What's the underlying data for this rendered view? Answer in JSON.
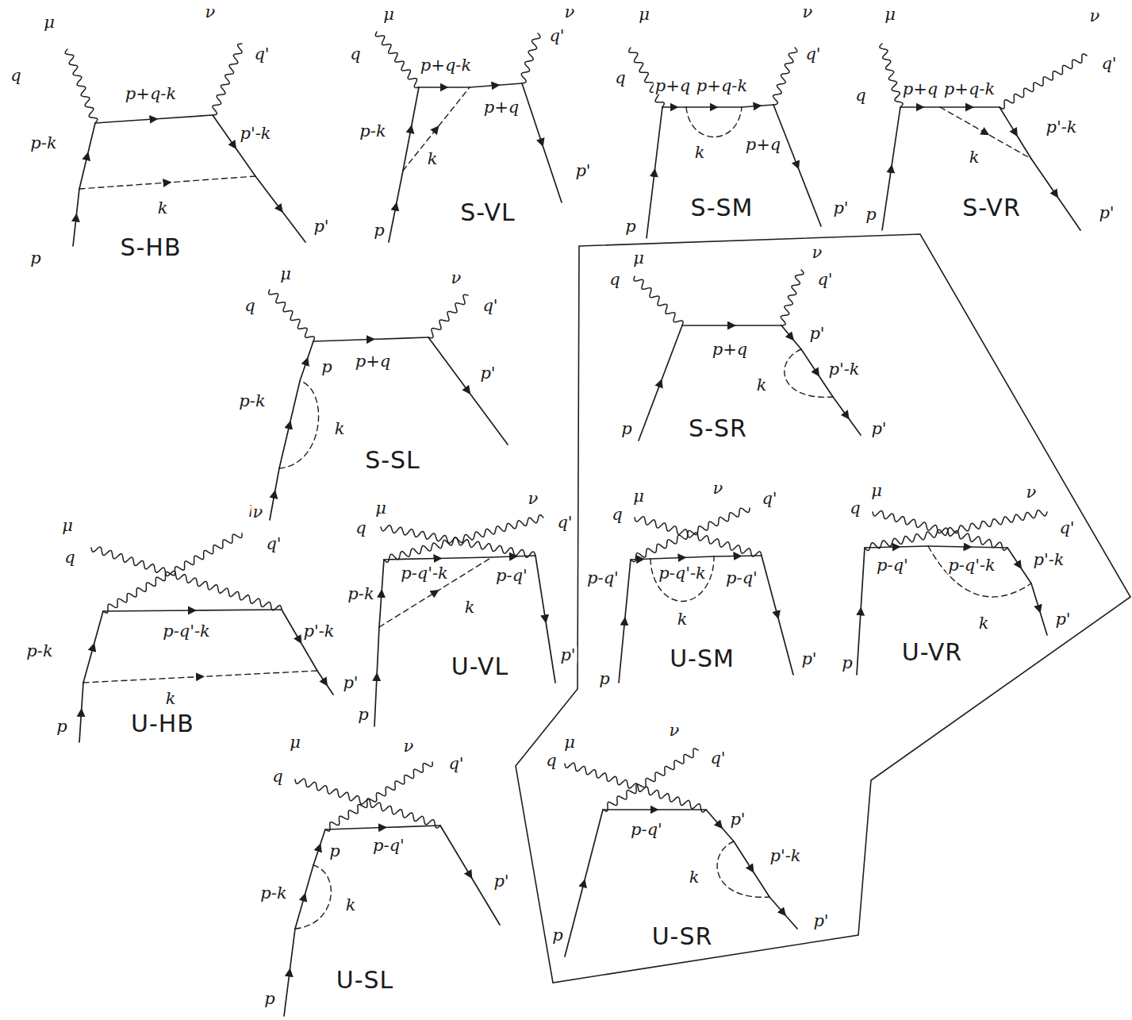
{
  "diagram": {
    "labels": [
      "μ",
      "q",
      "p+q-k",
      "ν",
      "q'",
      "p'-k",
      "p-k",
      "k",
      "p",
      "S-HB",
      "p'",
      "μ",
      "q",
      "p+q-k",
      "ν",
      "q'",
      "p-k",
      "p+q",
      "k",
      "p'",
      "p",
      "S-VL",
      "μ",
      "q",
      "p+q",
      "p+q-k",
      "ν",
      "q'",
      "k",
      "p+q",
      "p",
      "p'",
      "S-SM",
      "μ",
      "q",
      "p+q",
      "p+q-k",
      "ν",
      "q'",
      "p'-k",
      "k",
      "p",
      "p'",
      "S-VR",
      "μ",
      "q",
      "ν",
      "q'",
      "p",
      "p+q",
      "p-k",
      "k",
      "p'",
      "p",
      "S-SL",
      "q",
      "μ",
      "ν",
      "q'",
      "p'",
      "p+q",
      "p'-k",
      "k",
      "p",
      "p'",
      "S-SR",
      "μ",
      "q",
      "ν",
      "q'",
      "p-k",
      "p-q'-k",
      "p'-k",
      "k",
      "p'",
      "p",
      "U-HB",
      "q",
      "μ",
      "ν",
      "q'",
      "p-k",
      "p-q'-k",
      "k",
      "p-q'",
      "p'",
      "p",
      "U-VL",
      "q",
      "μ",
      "ν",
      "q'",
      "p-q'-k",
      "p-q'",
      "k",
      "p-q'",
      "p'",
      "p",
      "U-SM",
      "q",
      "μ",
      "ν",
      "q'",
      "p-q'",
      "p-q'-k",
      "p'-k",
      "k",
      "p",
      "p'",
      "U-VR",
      "μ",
      "q",
      "ν",
      "q'",
      "p",
      "p-q'",
      "p-k",
      "k",
      "p'",
      "U-SL",
      "p",
      "q",
      "μ",
      "ν",
      "q'",
      "p'",
      "p-q'",
      "p'-k",
      "k",
      "p",
      "p'",
      "U-SR"
    ]
  }
}
